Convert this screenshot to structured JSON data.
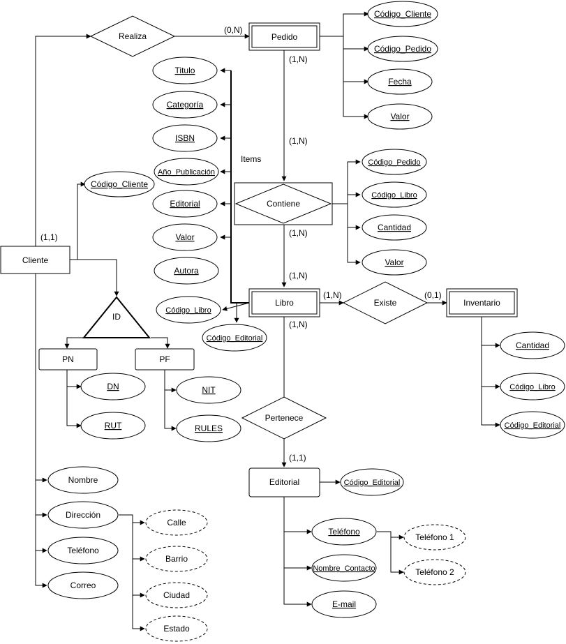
{
  "entities": {
    "cliente": "Cliente",
    "pedido": "Pedido",
    "libro": "Libro",
    "inventario": "Inventario",
    "editorial": "Editorial",
    "pn": "PN",
    "pf": "PF"
  },
  "relationships": {
    "realiza": "Realiza",
    "contiene": "Contiene",
    "existe": "Existe",
    "pertenece": "Pertenece",
    "id": "ID",
    "items": "Items"
  },
  "attributes": {
    "pedido": [
      "Código_Cliente",
      "Código_Pedido",
      "Fecha",
      "Valor"
    ],
    "libro": [
      "Titulo",
      "Categoría",
      "ISBN",
      "Año_Publicación",
      "Editorial",
      "Valor",
      "Autora",
      "Código_Libro",
      "Código_Editorial"
    ],
    "contiene": [
      "Código_Pedido",
      "Código_Libro",
      "Cantidad",
      "Valor"
    ],
    "cliente_key": "Código_Cliente",
    "inventario": [
      "Cantidad",
      "Código_Libro",
      "Código_Editorial"
    ],
    "pn": [
      "DN",
      "RUT"
    ],
    "pf": [
      "NIT",
      "RULES"
    ],
    "cliente": [
      "Nombre",
      "Dirección",
      "Teléfono",
      "Correo"
    ],
    "direccion": [
      "Calle",
      "Barrio",
      "Ciudad",
      "Estado"
    ],
    "editorial": [
      "Código_Editorial",
      "Teléfono",
      "Nombre_Contacto",
      "E-mail"
    ],
    "telefono": [
      "Teléfono 1",
      "Teléfono 2"
    ]
  },
  "cardinalities": {
    "cliente_realiza": "(1,1)",
    "realiza_pedido": "(0,N)",
    "pedido_contiene": "(1,N)",
    "contiene_pedido": "(1,N)",
    "contiene_libro": "(1,N)",
    "libro_contiene": "(1,N)",
    "libro_existe": "(1,N)",
    "existe_inventario": "(0,1)",
    "libro_pertenece": "(1,N)",
    "pertenece_editorial": "(1,1)"
  }
}
